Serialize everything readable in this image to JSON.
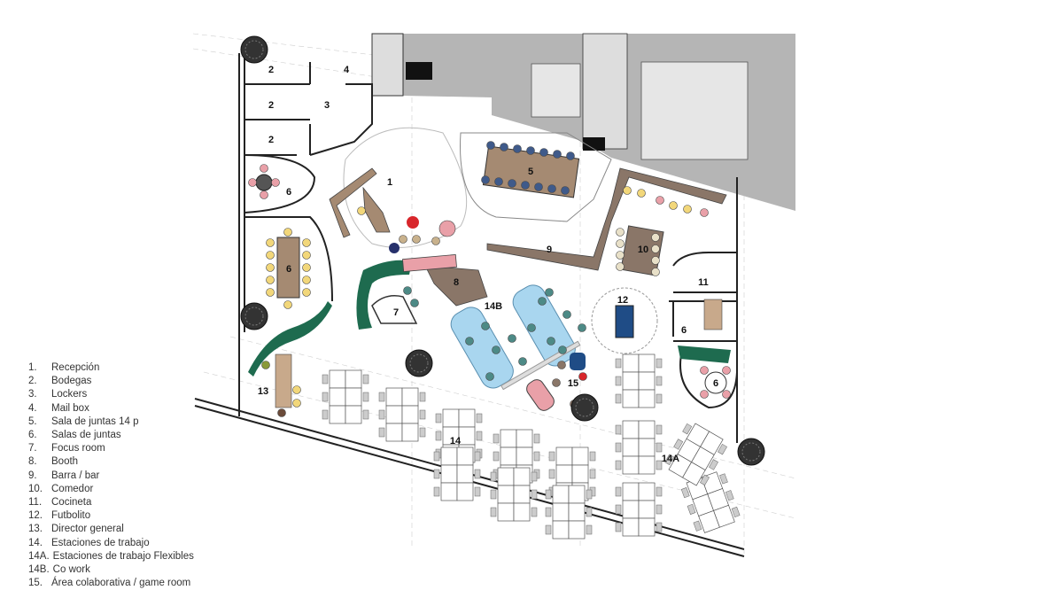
{
  "legend": [
    {
      "num": "1.",
      "label": "Recepción"
    },
    {
      "num": "2.",
      "label": "Bodegas"
    },
    {
      "num": "3.",
      "label": "Lockers"
    },
    {
      "num": "4.",
      "label": "Mail box"
    },
    {
      "num": "5.",
      "label": "Sala de juntas 14 p"
    },
    {
      "num": "6.",
      "label": "Salas de juntas"
    },
    {
      "num": "7.",
      "label": "Focus room"
    },
    {
      "num": "8.",
      "label": "Booth"
    },
    {
      "num": "9.",
      "label": "Barra / bar"
    },
    {
      "num": "10.",
      "label": "Comedor"
    },
    {
      "num": "11.",
      "label": "Cocineta"
    },
    {
      "num": "12.",
      "label": "Futbolito"
    },
    {
      "num": "13.",
      "label": "Director general"
    },
    {
      "num": "14.",
      "label": "Estaciones de trabajo"
    },
    {
      "num": "14A.",
      "label": "Estaciones de trabajo Flexibles"
    },
    {
      "num": "14B.",
      "label": "Co work"
    },
    {
      "num": "15.",
      "label": "Área colaborativa / game room"
    }
  ],
  "plan_labels": {
    "recepcion": "1",
    "bodega_a": "2",
    "bodega_b": "2",
    "bodega_c": "2",
    "lockers": "3",
    "mailbox": "4",
    "sala_14p": "5",
    "sala_a": "6",
    "sala_b": "6",
    "sala_c": "6",
    "sala_d": "6",
    "focus": "7",
    "booth": "8",
    "barra": "9",
    "comedor": "10",
    "cocineta": "11",
    "futbolito": "12",
    "director": "13",
    "estaciones": "14",
    "flexibles": "14A",
    "cowork": "14B",
    "game_room": "15"
  },
  "colors": {
    "wall": "#222222",
    "core_gray": "#b5b5b5",
    "wood": "#a58a72",
    "bar": "#8a7668",
    "green": "#1e6b4f",
    "cowork_blue": "#a9d6ef",
    "chair_navy": "#3f5a8a",
    "chair_yellow": "#f2d77a",
    "chair_pink": "#e9a0a8"
  }
}
